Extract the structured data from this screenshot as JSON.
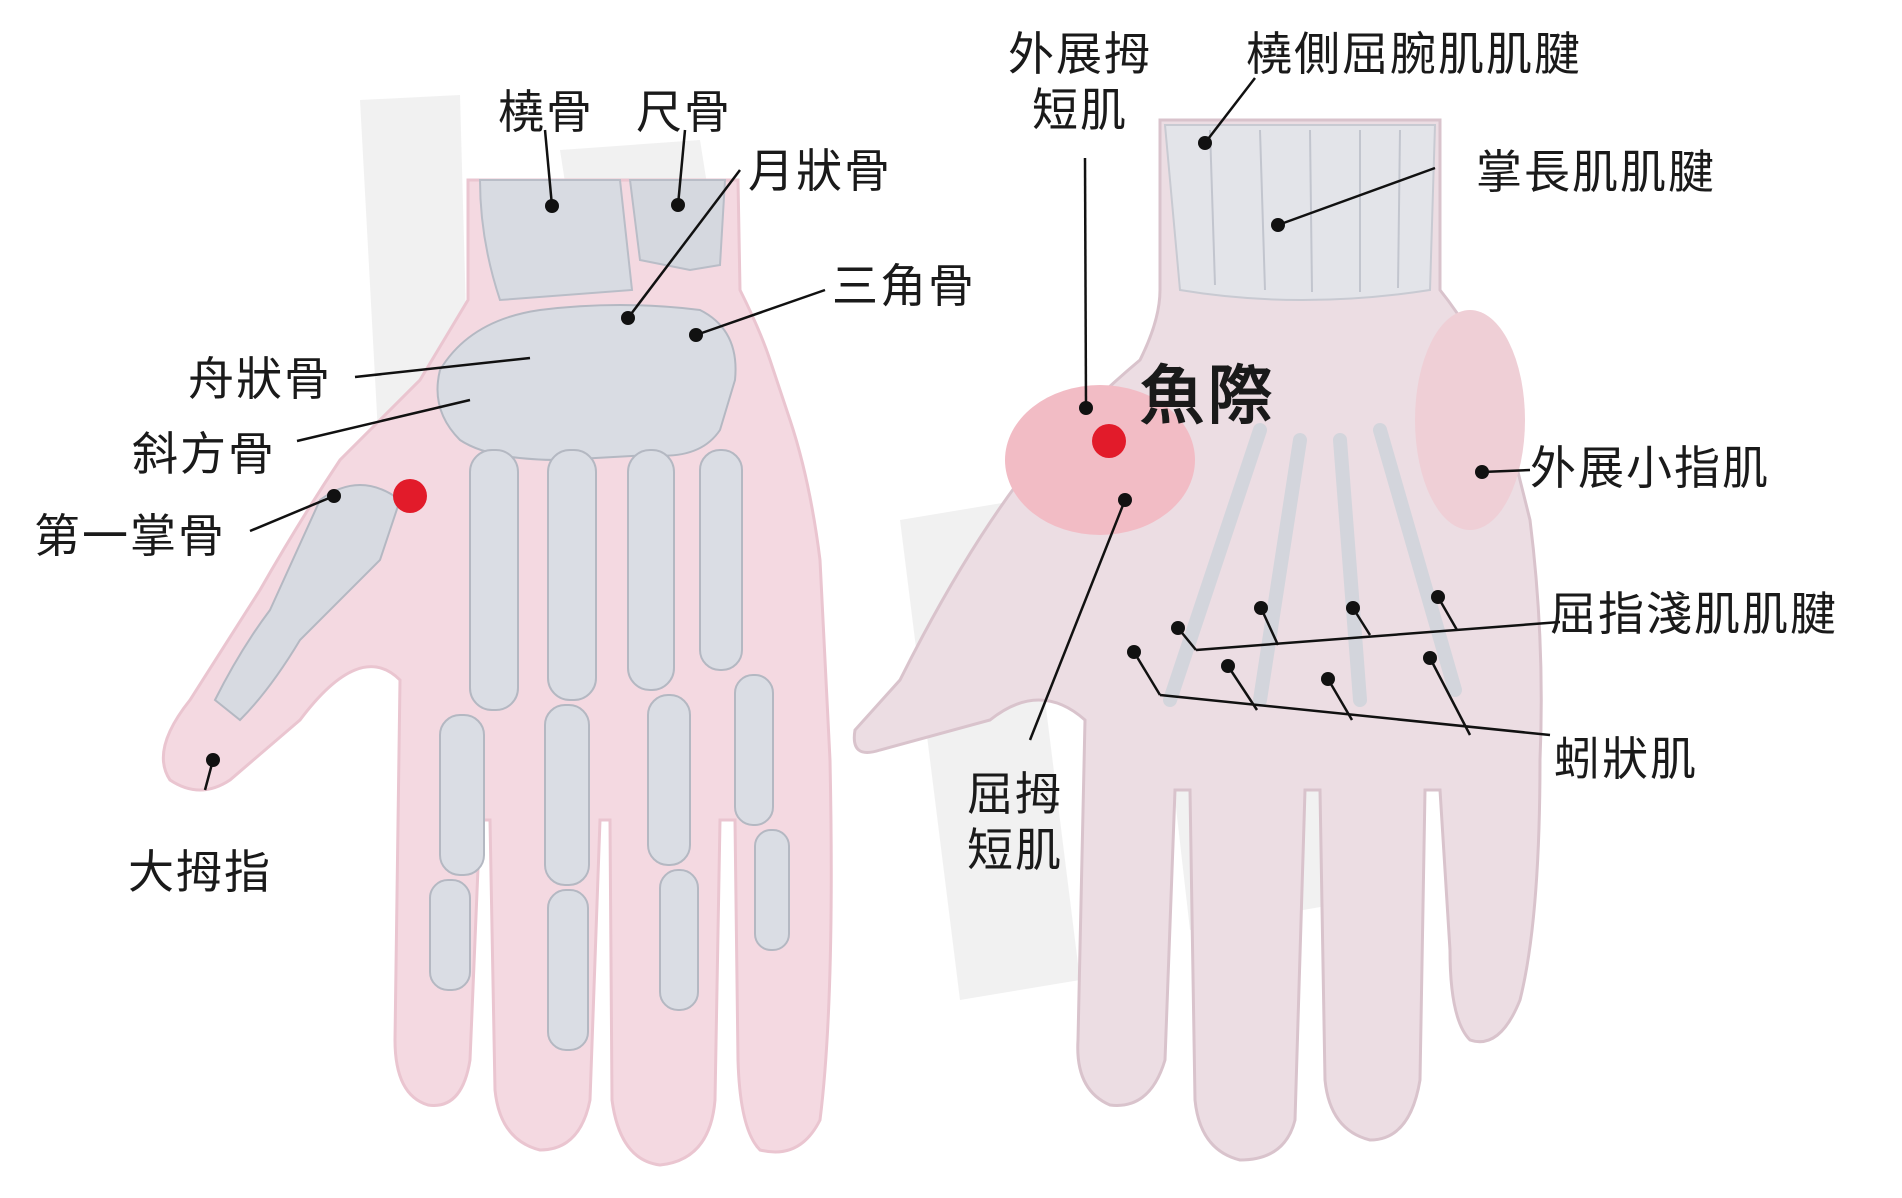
{
  "labels": {
    "radius": "橈骨",
    "ulna": "尺骨",
    "lunate": "月狀骨",
    "triquetrum": "三角骨",
    "scaphoid": "舟狀骨",
    "trapezium": "斜方骨",
    "first_metacarpal": "第一掌骨",
    "thumb": "大拇指",
    "apb_line1": "外展拇",
    "apb_line2": "短肌",
    "fcr_tendon": "橈側屈腕肌肌腱",
    "palmaris_longus_tendon": "掌長肌肌腱",
    "yuji": "魚際",
    "adm": "外展小指肌",
    "fds_tendon": "屈指淺肌肌腱",
    "lumbricals": "蚓狀肌",
    "fpb_line1": "屈拇",
    "fpb_line2": "短肌"
  },
  "colors": {
    "skin": "#f3d7df",
    "bone": "#d9dce3",
    "acupoint": "#e21b2a",
    "leader": "#111111",
    "watermark": "#eeeeee"
  }
}
